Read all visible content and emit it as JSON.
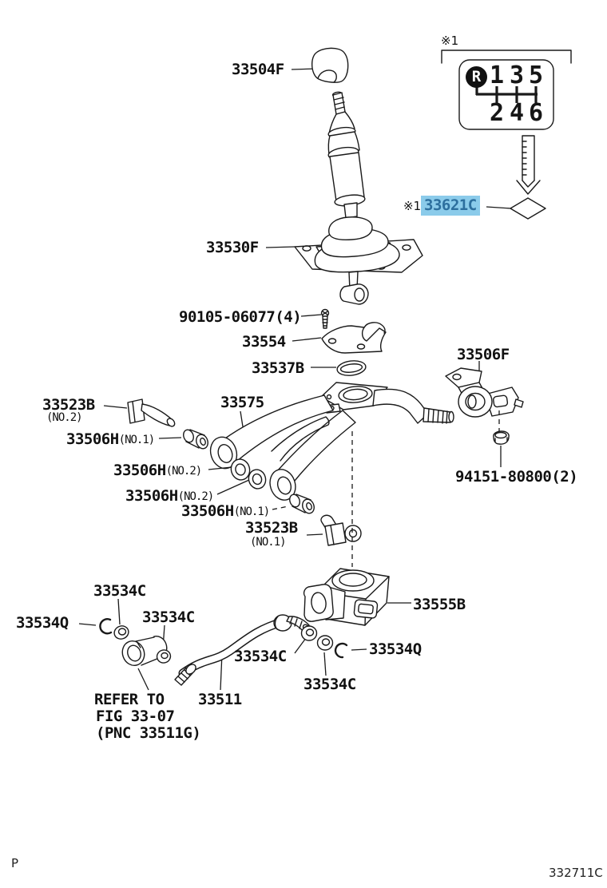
{
  "meta": {
    "page_code": "P",
    "figure_code": "332711C"
  },
  "notes": {
    "ref1": "※1",
    "ref2": "※1"
  },
  "shift_pattern": {
    "r": "R",
    "top": [
      "1",
      "3",
      "5"
    ],
    "bottom": [
      "2",
      "4",
      "6"
    ]
  },
  "highlight": {
    "part": "33621C",
    "bg": "#8bcbea",
    "fg": "#2d6f9e"
  },
  "parts": {
    "knob": "33504F",
    "boot": "33530F",
    "screw": "90105-06077(4)",
    "bracket_small": "33554",
    "gasket": "33537B",
    "support": "33506F",
    "pin_no2": {
      "num": "33523B",
      "sub": "(NO.2)"
    },
    "bush_no1_a": {
      "num": "33506H",
      "sub": "(NO.1)"
    },
    "frame": "33575",
    "bush_no2_a": {
      "num": "33506H",
      "sub": "(NO.2)"
    },
    "bush_no2_b": {
      "num": "33506H",
      "sub": "(NO.2)"
    },
    "bush_no1_b": {
      "num": "33506H",
      "sub": "(NO.1)"
    },
    "pin_no1": {
      "num": "33523B",
      "sub": "(NO.1)"
    },
    "nut": "94151-80800(2)",
    "housing": "33555B",
    "washer_c1": "33534C",
    "ring_q_left": "33534Q",
    "washer_c2": "33534C",
    "washer_c3": "33534C",
    "ring_q_right": "33534Q",
    "washer_c4": "33534C",
    "rod": "33511"
  },
  "refer_note": {
    "line1": "REFER TO",
    "line2": "FIG 33-07",
    "line3": "(PNC 33511G)"
  }
}
